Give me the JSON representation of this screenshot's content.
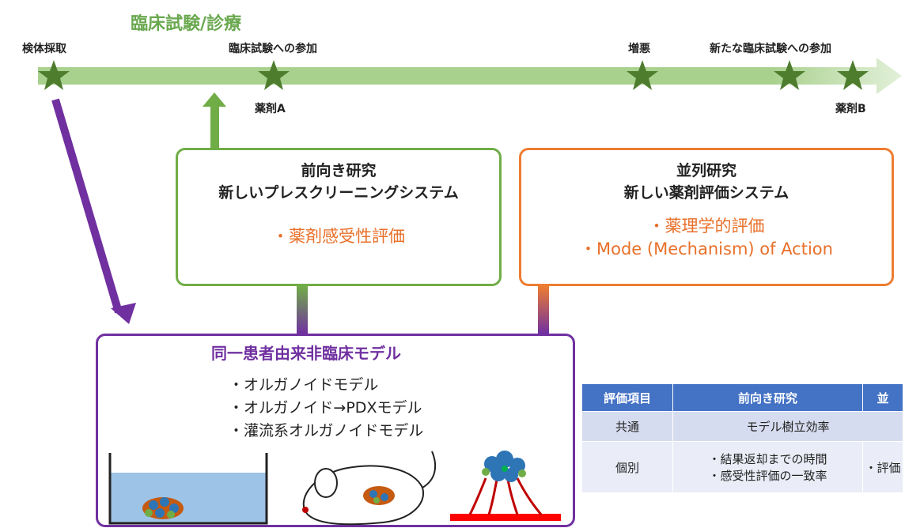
{
  "title": "臨床試験/診療",
  "timeline": {
    "labels": {
      "specimen": "検体採取",
      "trial_join": "臨床試験への参加",
      "progression": "増悪",
      "new_trial_join": "新たな臨床試験への参加",
      "drug_a": "薬剤A",
      "drug_b": "薬剤B"
    }
  },
  "prospective": {
    "title_line1": "前向き研究",
    "title_line2": "新しいプレスクリーニングシステム",
    "item": "・薬剤感受性評価"
  },
  "parallel": {
    "title_line1": "並列研究",
    "title_line2": "新しい薬剤評価システム",
    "item1": "・薬理学的評価",
    "item2": "・Mode (Mechanism) of Action"
  },
  "models": {
    "title": "同一患者由来非臨床モデル",
    "items": [
      "・オルガノイドモデル",
      "・オルガノイド→PDXモデル",
      "・灌流系オルガノイドモデル"
    ]
  },
  "table": {
    "headers": [
      "評価項目",
      "前向き研究",
      "並"
    ],
    "row1": {
      "label": "共通",
      "value": "モデル樹立効率"
    },
    "row2": {
      "label": "個別",
      "value_line1": "・結果返却までの時間",
      "value_line2": "・感受性評価の一致率",
      "value_col3": "・評価"
    }
  },
  "colors": {
    "green": "#70ad47",
    "timeline_green": "#a9d18e",
    "star_green": "#4e7d2e",
    "orange": "#ed7d31",
    "purple": "#7030a0",
    "table_header": "#4472c4"
  }
}
